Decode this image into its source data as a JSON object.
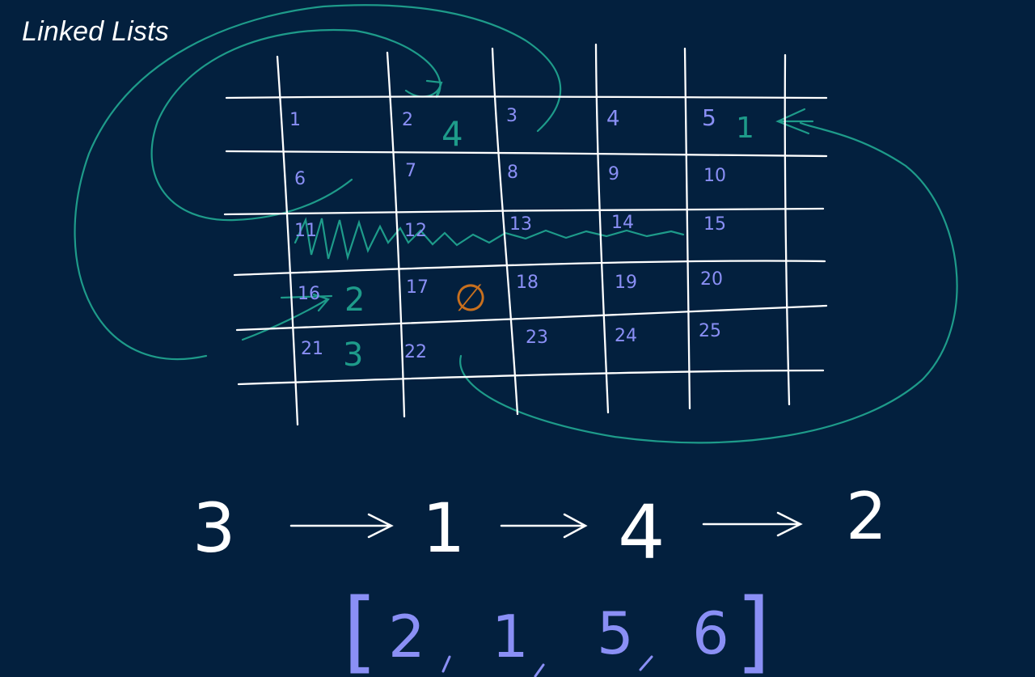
{
  "slide": {
    "title": "Linked Lists"
  },
  "colors": {
    "background": "#03203e",
    "grid": "#ffffff",
    "cell_numbers": "#8a8ff5",
    "teal": "#1e9b8a",
    "orange": "#c9701e",
    "ink": "#ffffff"
  },
  "grid": {
    "cells": [
      [
        "1",
        "2",
        "3",
        "4",
        "5"
      ],
      [
        "6",
        "7",
        "8",
        "9",
        "10"
      ],
      [
        "11",
        "12",
        "13",
        "14",
        "15"
      ],
      [
        "16",
        "17",
        "18",
        "19",
        "20"
      ],
      [
        "21",
        "22",
        "23",
        "24",
        "25"
      ]
    ]
  },
  "annotations": {
    "order_marks": [
      "4",
      "1",
      "2",
      "3"
    ],
    "null_symbol": "∅"
  },
  "linked_list": {
    "nodes": [
      "3",
      "1",
      "4",
      "2"
    ]
  },
  "array": {
    "open_bracket": "[",
    "values": [
      "2",
      "1",
      "5",
      "6"
    ],
    "close_bracket": "]"
  }
}
